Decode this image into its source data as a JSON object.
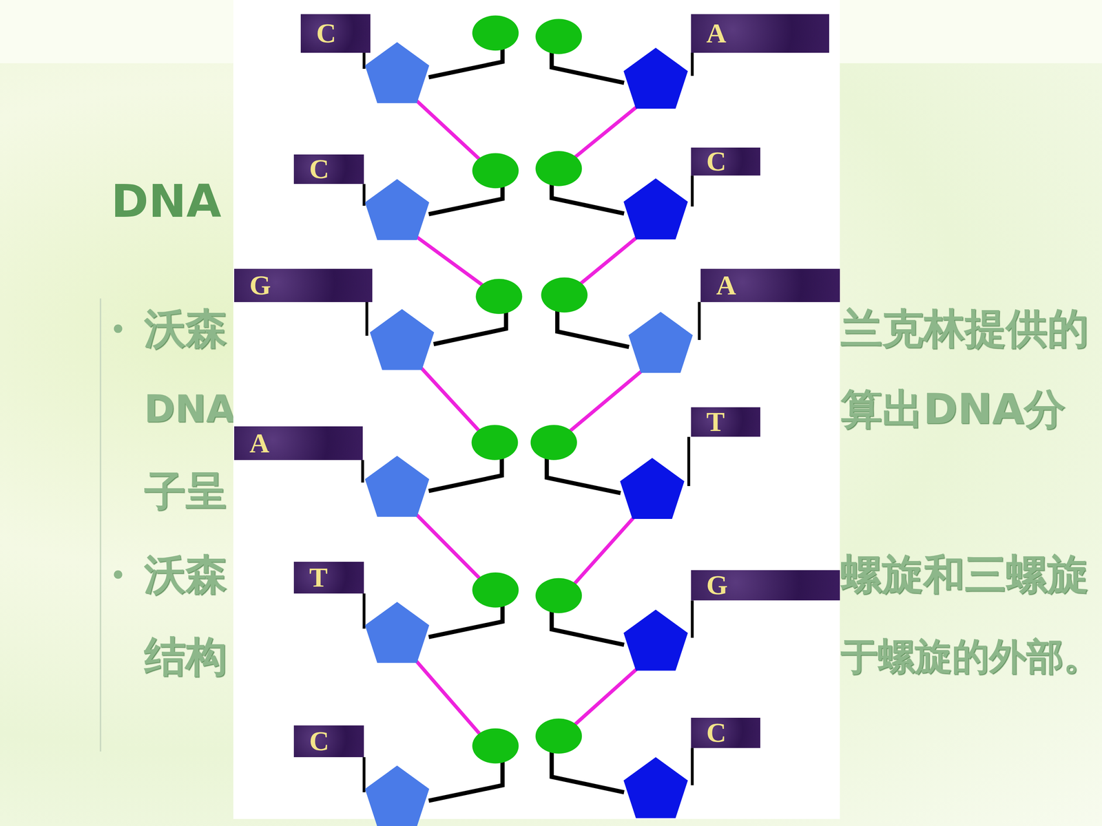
{
  "diagram": {
    "title": "DNA",
    "nodes": [
      {
        "text": [
          "C"
        ]
      },
      {
        "text": [
          "A"
        ]
      },
      {
        "text": [
          "C"
        ]
      },
      {
        "text": [
          "C"
        ]
      },
      {
        "text": [
          "G"
        ]
      },
      {
        "text": [
          "A"
        ]
      },
      {
        "text": [
          "A"
        ]
      },
      {
        "text": [
          "T"
        ]
      },
      {
        "text": [
          "T"
        ]
      },
      {
        "text": [
          "G"
        ]
      },
      {
        "text": [
          "C"
        ]
      },
      {
        "text": [
          "C"
        ]
      }
    ],
    "labels": [
      "沃森",
      "兰克林提供的",
      "DNA",
      "算出DNA分",
      "子呈",
      "沃森",
      "螺旋和三螺旋",
      "结构",
      "于螺旋的外部。"
    ]
  }
}
